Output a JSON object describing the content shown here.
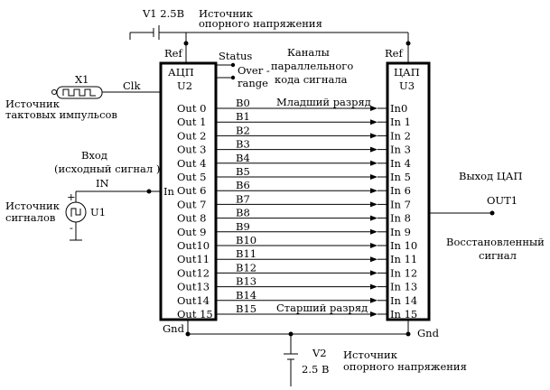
{
  "v1": {
    "label": "V1 2.5B",
    "caption": [
      "Источник",
      "опорного напряжения"
    ]
  },
  "v2": {
    "label": "V2",
    "value": "2.5 B",
    "caption": [
      "Источник",
      "опорного напряжения"
    ]
  },
  "clock": {
    "label": "X1",
    "clk": "Clk",
    "caption": [
      "Источник",
      "тактовых импульсов"
    ]
  },
  "input": {
    "caption": [
      "Вход",
      "(исходный сигнал )"
    ],
    "net": "IN"
  },
  "source": {
    "label": "U1",
    "caption": [
      "Источник",
      "сигналов"
    ],
    "plus": "+",
    "minus": "-"
  },
  "adc": {
    "title": "АЦП",
    "name": "U2",
    "ref": "Ref",
    "gnd": "Gnd",
    "in_pin": "In",
    "status": "Status",
    "overrange": [
      "Over -",
      "range"
    ],
    "outputs": [
      "Out  0",
      "Out  1",
      "Out  2",
      "Out  3",
      "Out  4",
      "Out  5",
      "Out  6",
      "Out  7",
      "Out  8",
      "Out  9",
      "Out10",
      "Out11",
      "Out12",
      "Out13",
      "Out14",
      "Out 15"
    ]
  },
  "dac": {
    "title": "ЦАП",
    "name": "U3",
    "ref": "Ref",
    "gnd": "Gnd",
    "inputs": [
      "In0",
      "In 1",
      "In 2",
      "In 3",
      "In 4",
      "In 5",
      "In 6",
      "In 7",
      "In 8",
      "In 9",
      "In 10",
      "In 11",
      "In 12",
      "In 13",
      "In 14",
      "In 15"
    ]
  },
  "bus": {
    "caption": [
      "Каналы",
      "параллельного",
      "кода сигнала"
    ],
    "lsb": "Младший разряд",
    "msb": "Старший разряд",
    "bits": [
      "B0",
      "B1",
      "B2",
      "B3",
      "B4",
      "B5",
      "B6",
      "B7",
      "B8",
      "B9",
      "B10",
      "B11",
      "B12",
      "B13",
      "B14",
      "B15"
    ]
  },
  "output": {
    "caption": "Выход ЦАП",
    "net": "OUT1",
    "restored": [
      "Восстановленный",
      "сигнал"
    ]
  }
}
